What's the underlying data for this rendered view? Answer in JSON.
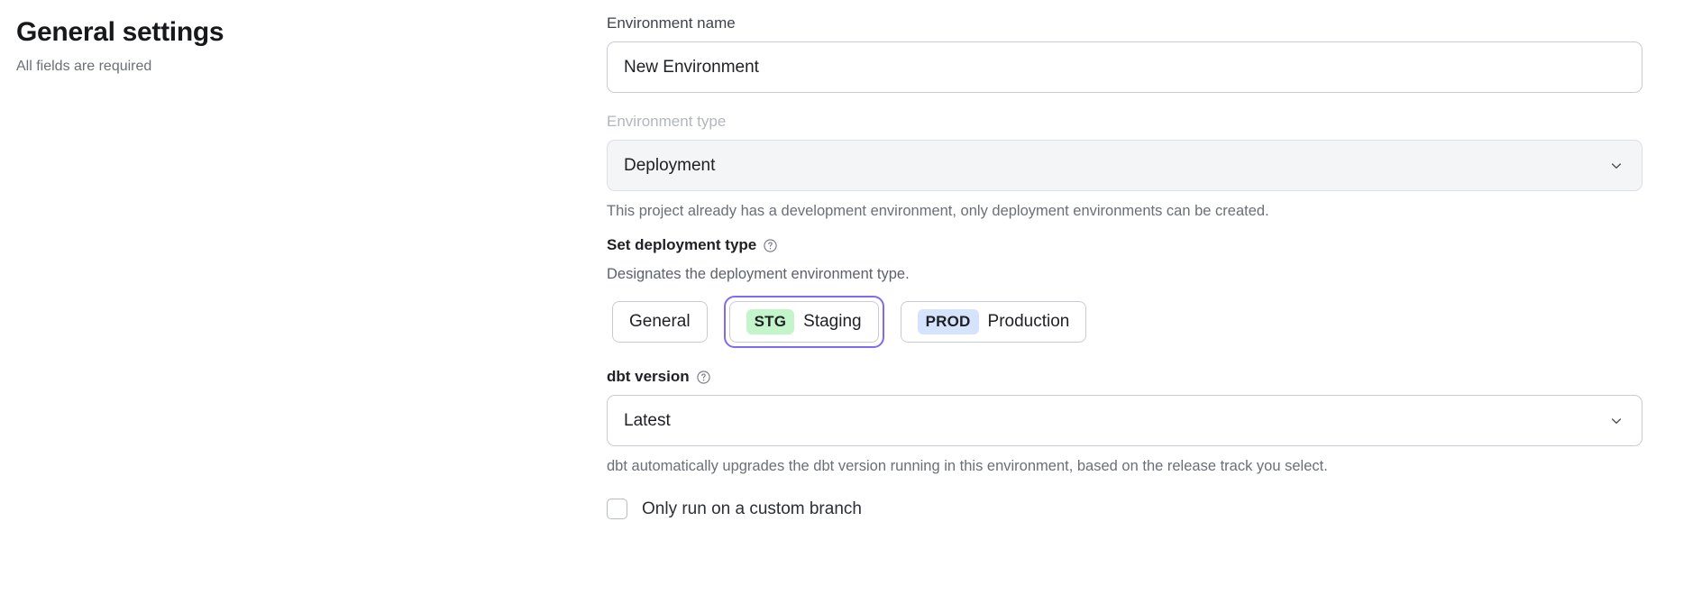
{
  "header": {
    "title": "General settings",
    "subtitle": "All fields are required"
  },
  "form": {
    "environment_name": {
      "label": "Environment name",
      "value": "New Environment",
      "placeholder": "Environment name"
    },
    "environment_type": {
      "label": "Environment type",
      "value": "Deployment",
      "hint": "This project already has a development environment, only deployment environments can be created.",
      "disabled": true
    },
    "deployment_type": {
      "label": "Set deployment type",
      "help_icon": "question-circle-icon",
      "description": "Designates the deployment environment type.",
      "selected": "Staging",
      "options": [
        {
          "id": "general",
          "label": "General",
          "badge": null,
          "badge_color": null
        },
        {
          "id": "staging",
          "label": "Staging",
          "badge": "STG",
          "badge_color": "#c4f5ca"
        },
        {
          "id": "production",
          "label": "Production",
          "badge": "PROD",
          "badge_color": "#d5e4fc"
        }
      ]
    },
    "dbt_version": {
      "label": "dbt version",
      "help_icon": "question-circle-icon",
      "value": "Latest",
      "hint": "dbt automatically upgrades the dbt version running in this environment, based on the release track you select."
    },
    "custom_branch": {
      "label": "Only run on a custom branch",
      "checked": false
    }
  },
  "icons": {
    "chevron_down": "chevron-down-icon"
  },
  "colors": {
    "focus_ring": "#7f6bf0",
    "badge_staging": "#c4f5ca",
    "badge_production": "#d5e4fc",
    "border": "#c8ccd2",
    "disabled_bg": "#f4f5f6"
  }
}
